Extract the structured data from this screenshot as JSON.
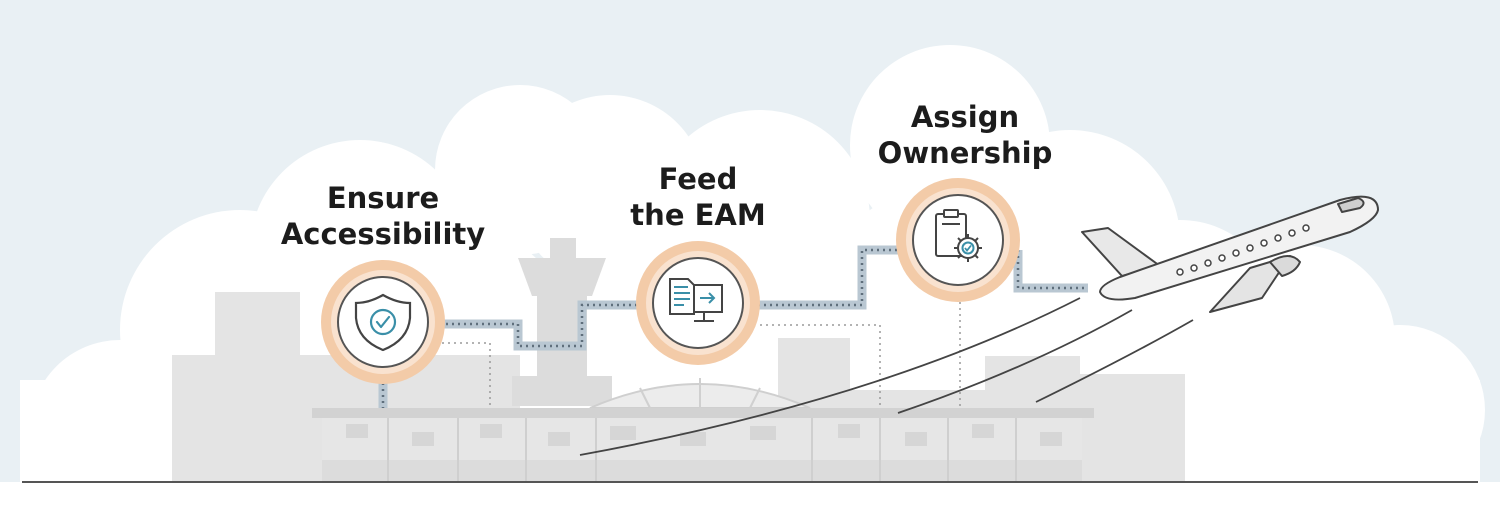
{
  "steps": [
    {
      "id": "accessibility",
      "line1": "Ensure",
      "line2": "Accessibility",
      "icon": "shield-check-icon"
    },
    {
      "id": "eam",
      "line1": "Feed",
      "line2": "the EAM",
      "icon": "document-monitor-icon"
    },
    {
      "id": "ownership",
      "line1": "Assign",
      "line2": "Ownership",
      "icon": "clipboard-gear-icon"
    }
  ],
  "colors": {
    "sky": "#e9f0f4",
    "cloud": "#ffffff",
    "building": "#e4e4e4",
    "building_dark": "#d6d6d6",
    "halo": "#f3cba8",
    "halo_inner": "#f9e2cf",
    "path": "#b9c7d2",
    "path_dots": "#5f6f7c",
    "icon_stroke": "#444444",
    "icon_accent": "#3a8fa8",
    "text": "#1c1c1c",
    "ground": "#555555"
  }
}
